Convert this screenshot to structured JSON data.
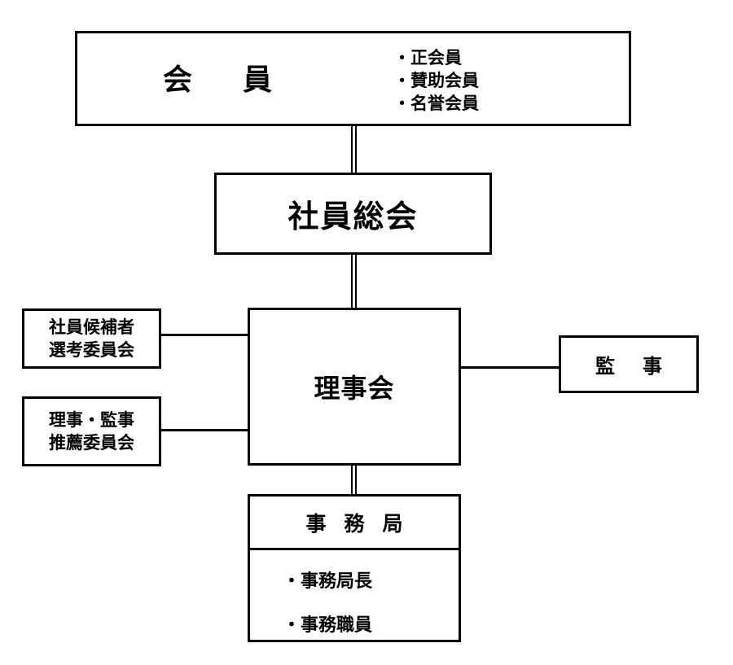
{
  "members": {
    "title_chars": [
      "会",
      "員"
    ],
    "types": [
      "・正会員",
      "・賛助会員",
      "・名誉会員"
    ]
  },
  "general_meeting": {
    "label": "社員総会"
  },
  "board": {
    "label": "理事会"
  },
  "candidate_committee": {
    "lines": [
      "社員候補者",
      "選考委員会"
    ]
  },
  "officer_committee": {
    "lines": [
      "理事・監事",
      "推薦委員会"
    ]
  },
  "auditor": {
    "label_chars": [
      "監",
      "事"
    ]
  },
  "secretariat": {
    "title_chars": [
      "事",
      "務",
      "局"
    ],
    "staff": [
      "・事務局長",
      "・事務職員"
    ]
  }
}
